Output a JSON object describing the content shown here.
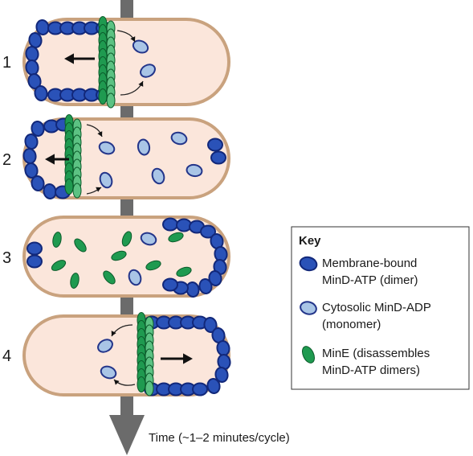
{
  "steps": [
    "1",
    "2",
    "3",
    "4"
  ],
  "time_label": "Time (~1–2 minutes/cycle)",
  "key": {
    "title": "Key",
    "items": [
      {
        "icon": "membrane-mind-atp-icon",
        "line1": "Membrane-bound",
        "line2": "MinD-ATP (dimer)"
      },
      {
        "icon": "cytosolic-mind-adp-icon",
        "line1": "Cytosolic MinD-ADP",
        "line2": "(monomer)"
      },
      {
        "icon": "mine-icon",
        "line1": "MinE (disassembles",
        "line2": "MinD-ATP dimers)"
      }
    ]
  },
  "colors": {
    "cell_fill": "#fbe6db",
    "cell_stroke": "#c9a27e",
    "mind_atp_fill": "#2a52b8",
    "mind_atp_stroke": "#12287a",
    "mind_adp_fill": "#a9c5e6",
    "mind_adp_stroke": "#23358a",
    "mine_fill": "#1f9a50",
    "mine_light": "#5cc283",
    "mine_stroke": "#0b5a2a",
    "time_axis": "#6b6b6b"
  }
}
